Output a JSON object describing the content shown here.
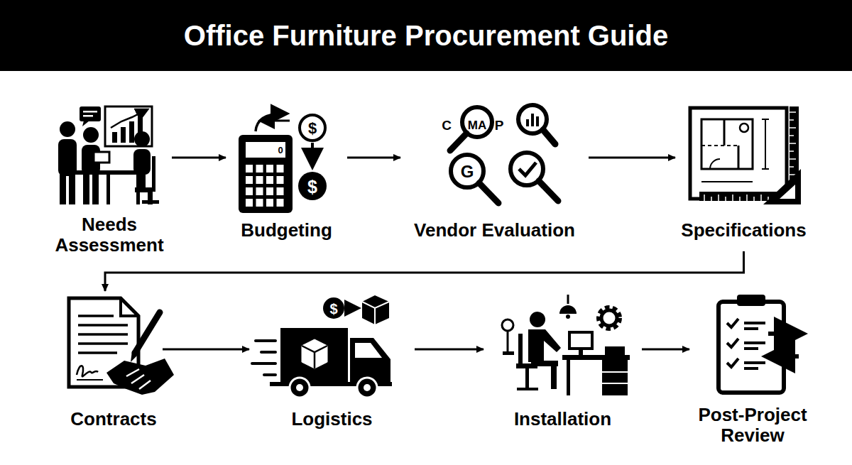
{
  "diagram": {
    "title": "Office Furniture Procurement Guide",
    "nodes": [
      {
        "text": [
          "Needs Assessment"
        ]
      },
      {
        "text": [
          "Budgeting"
        ]
      },
      {
        "text": [
          "Vendor Evaluation"
        ]
      },
      {
        "text": [
          "Specifications"
        ]
      },
      {
        "text": [
          "Contracts"
        ]
      },
      {
        "text": [
          "Logistics"
        ]
      },
      {
        "text": [
          "Installation"
        ]
      },
      {
        "text": [
          "Post-Project Review"
        ]
      }
    ],
    "edges": [
      {
        "from": 0,
        "to": 1,
        "arrow": "to"
      },
      {
        "from": 1,
        "to": 2,
        "arrow": "to"
      },
      {
        "from": 2,
        "to": 3,
        "arrow": "to"
      },
      {
        "from": 3,
        "to": 4,
        "arrow": "to"
      },
      {
        "from": 4,
        "to": 5,
        "arrow": "to"
      },
      {
        "from": 5,
        "to": 6,
        "arrow": "to"
      },
      {
        "from": 6,
        "to": 7,
        "arrow": "to"
      }
    ],
    "labels": [
      "C",
      "MA",
      "P",
      "G",
      "$",
      "$",
      "0",
      "$"
    ]
  }
}
